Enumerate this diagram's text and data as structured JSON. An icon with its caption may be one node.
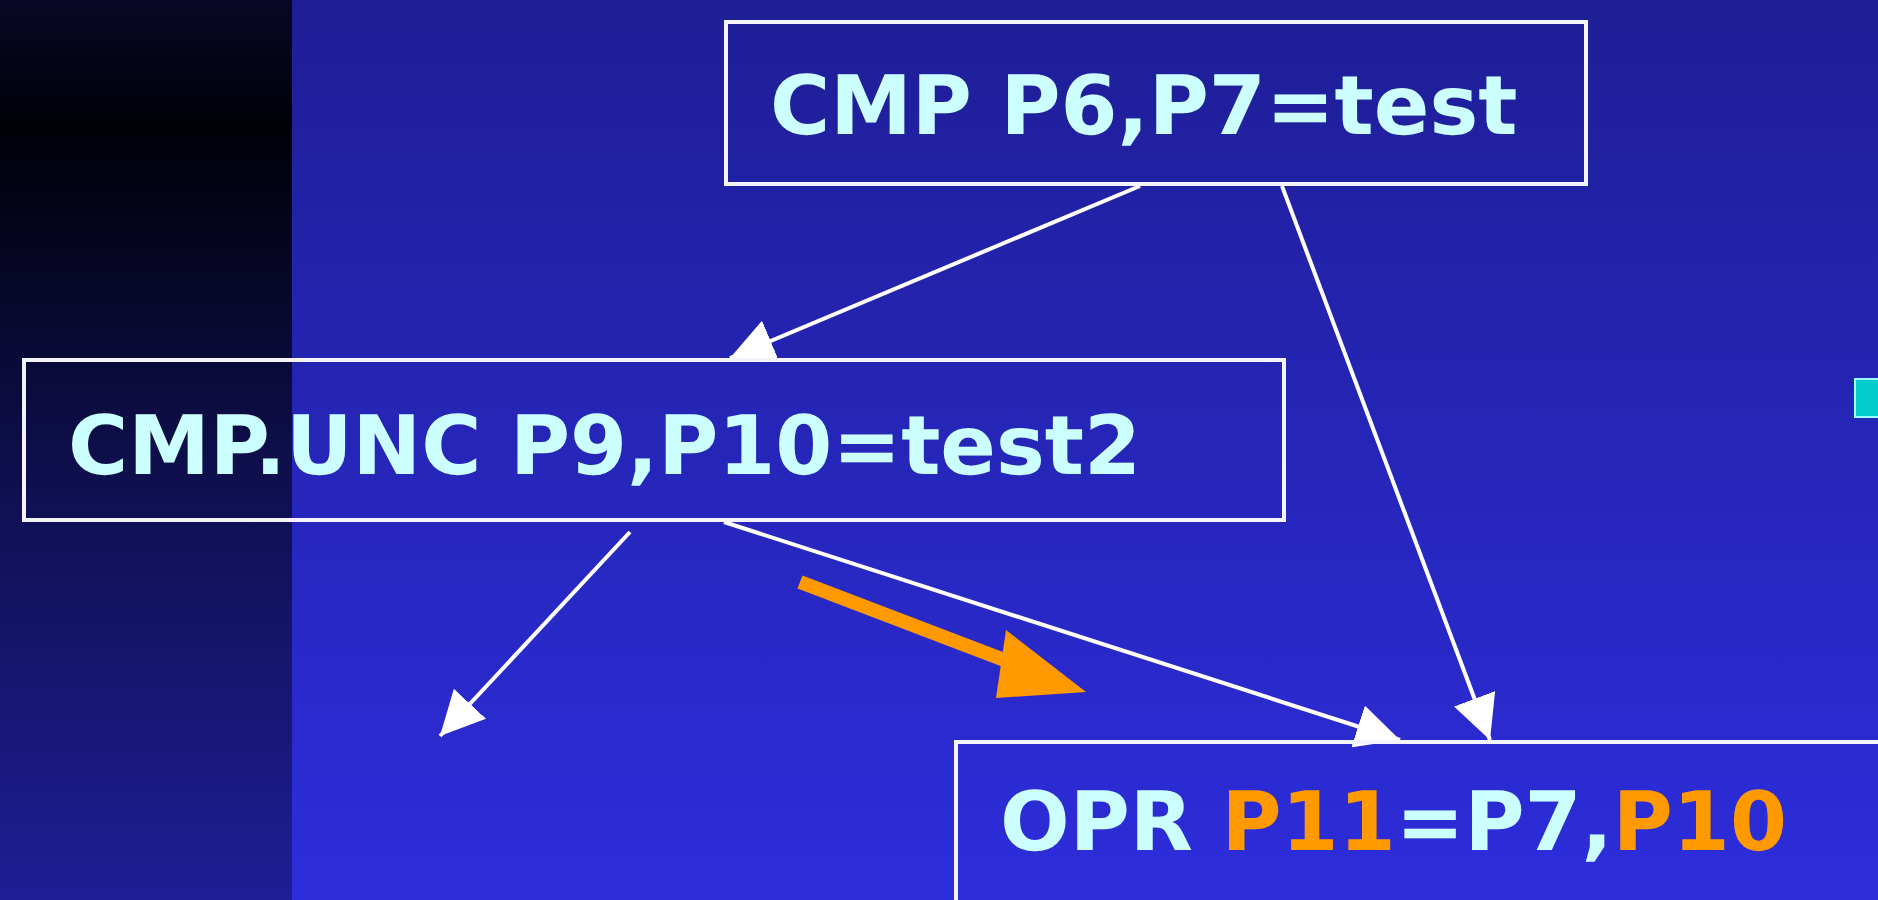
{
  "diagram": {
    "nodes": [
      {
        "text": [
          "CMP P6,P7=test"
        ]
      },
      {
        "text": [
          "CMP.UNC P9,P10=test2"
        ]
      },
      {
        "text": [
          "OPR **P11**=P7,**P10**"
        ]
      }
    ],
    "edges": [
      {
        "from": 0,
        "to": 1,
        "arrow": "to"
      },
      {
        "from": 0,
        "to": 2,
        "arrow": "to"
      },
      {
        "from": 1,
        "to": null,
        "arrow": "to"
      },
      {
        "from": 1,
        "to": 2,
        "arrow": "to"
      }
    ]
  }
}
